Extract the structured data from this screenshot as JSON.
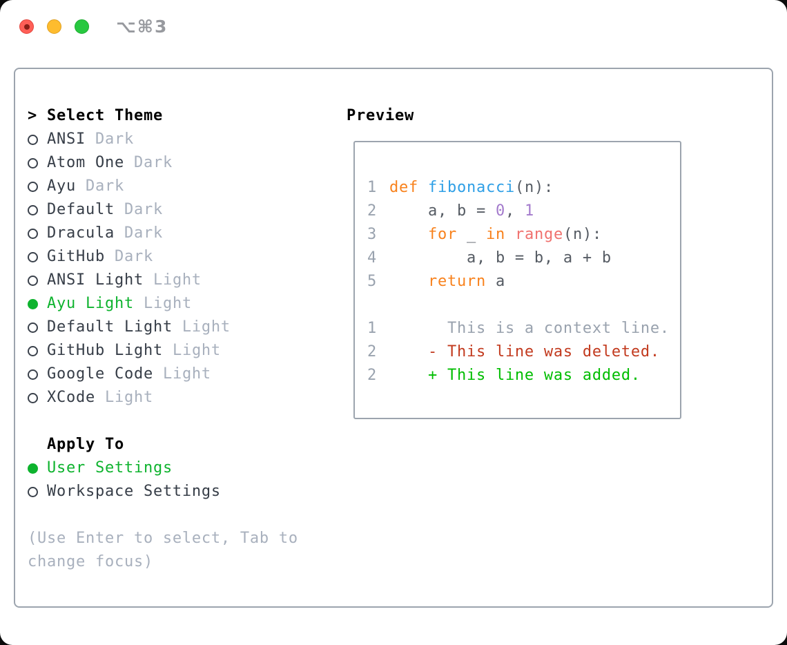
{
  "window": {
    "title": "⌥⌘3"
  },
  "colors": {
    "selection_green": "#0eb32e",
    "keyword": "#f8821d",
    "function": "#2e9fe6",
    "number": "#a37acc",
    "builtin": "#f0716e",
    "code_fg": "#555b63",
    "context": "#99a2ae",
    "deleted": "#c23a1e",
    "added": "#00bd00",
    "traffic_red": "#ff5f57",
    "traffic_yellow": "#febc2e",
    "traffic_green": "#28c840",
    "border_gray": "#9ca4ae"
  },
  "theme_picker": {
    "prompt": ">",
    "header": "Select Theme",
    "themes": [
      {
        "name": "ANSI",
        "variant": "Dark",
        "selected": false
      },
      {
        "name": "Atom One",
        "variant": "Dark",
        "selected": false
      },
      {
        "name": "Ayu",
        "variant": "Dark",
        "selected": false
      },
      {
        "name": "Default",
        "variant": "Dark",
        "selected": false
      },
      {
        "name": "Dracula",
        "variant": "Dark",
        "selected": false
      },
      {
        "name": "GitHub",
        "variant": "Dark",
        "selected": false
      },
      {
        "name": "ANSI Light",
        "variant": "Light",
        "selected": false
      },
      {
        "name": "Ayu Light",
        "variant": "Light",
        "selected": true
      },
      {
        "name": "Default Light",
        "variant": "Light",
        "selected": false
      },
      {
        "name": "GitHub Light",
        "variant": "Light",
        "selected": false
      },
      {
        "name": "Google Code",
        "variant": "Light",
        "selected": false
      },
      {
        "name": "XCode",
        "variant": "Light",
        "selected": false
      }
    ],
    "apply_to": {
      "header": "Apply To",
      "options": [
        {
          "name": "User Settings",
          "selected": true
        },
        {
          "name": "Workspace Settings",
          "selected": false
        }
      ]
    },
    "hint": "(Use Enter to select, Tab to change focus)"
  },
  "preview": {
    "header": "Preview",
    "code_lines": [
      {
        "num": "1",
        "segments": [
          [
            "keyword",
            "def"
          ],
          [
            "code_fg",
            " "
          ],
          [
            "function",
            "fibonacci"
          ],
          [
            "code_fg",
            "(n):"
          ]
        ]
      },
      {
        "num": "2",
        "segments": [
          [
            "code_fg",
            "    a, b = "
          ],
          [
            "number",
            "0"
          ],
          [
            "code_fg",
            ", "
          ],
          [
            "number",
            "1"
          ]
        ]
      },
      {
        "num": "3",
        "segments": [
          [
            "code_fg",
            "    "
          ],
          [
            "keyword",
            "for"
          ],
          [
            "code_fg",
            " _ "
          ],
          [
            "keyword",
            "in"
          ],
          [
            "code_fg",
            " "
          ],
          [
            "builtin",
            "range"
          ],
          [
            "code_fg",
            "(n):"
          ]
        ]
      },
      {
        "num": "4",
        "segments": [
          [
            "code_fg",
            "        a, b = b, a + b"
          ]
        ]
      },
      {
        "num": "5",
        "segments": [
          [
            "code_fg",
            "    "
          ],
          [
            "keyword",
            "return"
          ],
          [
            "code_fg",
            " a"
          ]
        ]
      },
      {
        "num": "",
        "segments": []
      },
      {
        "num": "1",
        "segments": [
          [
            "context",
            "      This is a context line."
          ]
        ]
      },
      {
        "num": "2",
        "segments": [
          [
            "deleted",
            "    - This line was deleted."
          ]
        ]
      },
      {
        "num": "2",
        "segments": [
          [
            "added",
            "    + This line was added."
          ]
        ]
      }
    ]
  }
}
